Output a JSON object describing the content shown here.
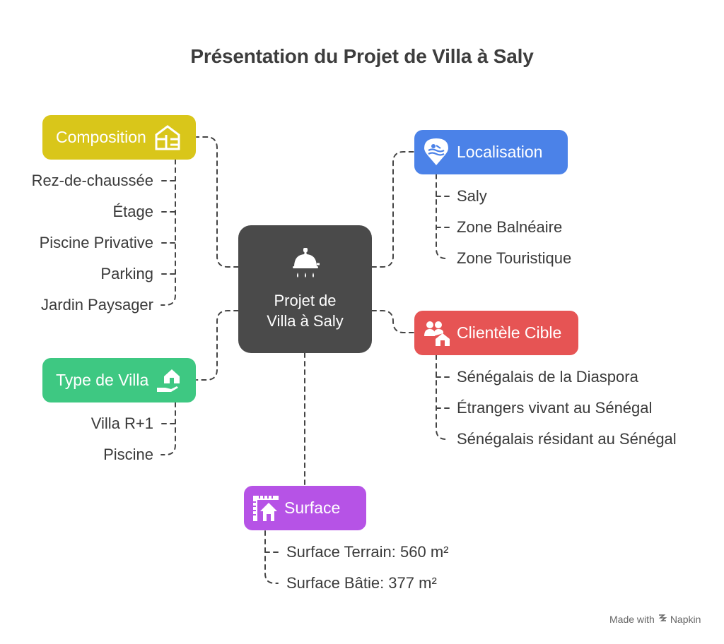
{
  "title": "Présentation du Projet de Villa à Saly",
  "center": {
    "label": "Projet de\nVilla à Saly",
    "icon": "shower-icon"
  },
  "composition": {
    "label": "Composition",
    "color": "#d9c61a",
    "icon": "floor-plan-icon",
    "items": [
      "Rez-de-chaussée",
      "Étage",
      "Piscine Privative",
      "Parking",
      "Jardin Paysager"
    ]
  },
  "type_villa": {
    "label": "Type de Villa",
    "color": "#3ec882",
    "icon": "house-hand-icon",
    "items": [
      "Villa R+1",
      "Piscine"
    ]
  },
  "localisation": {
    "label": "Localisation",
    "color": "#4b82e8",
    "icon": "location-pin-icon",
    "items": [
      "Saly",
      "Zone Balnéaire",
      "Zone Touristique"
    ]
  },
  "clientele": {
    "label": "Clientèle Cible",
    "color": "#e65454",
    "icon": "people-home-icon",
    "items": [
      "Sénégalais de la Diaspora",
      "Étrangers vivant au Sénégal",
      "Sénégalais résidant au Sénégal"
    ]
  },
  "surface": {
    "label": "Surface",
    "color": "#b653e6",
    "icon": "area-house-icon",
    "items": [
      "Surface Terrain: 560 m²",
      "Surface Bâtie: 377 m²"
    ]
  },
  "credit": {
    "prefix": "Made with",
    "brand": "Napkin"
  }
}
